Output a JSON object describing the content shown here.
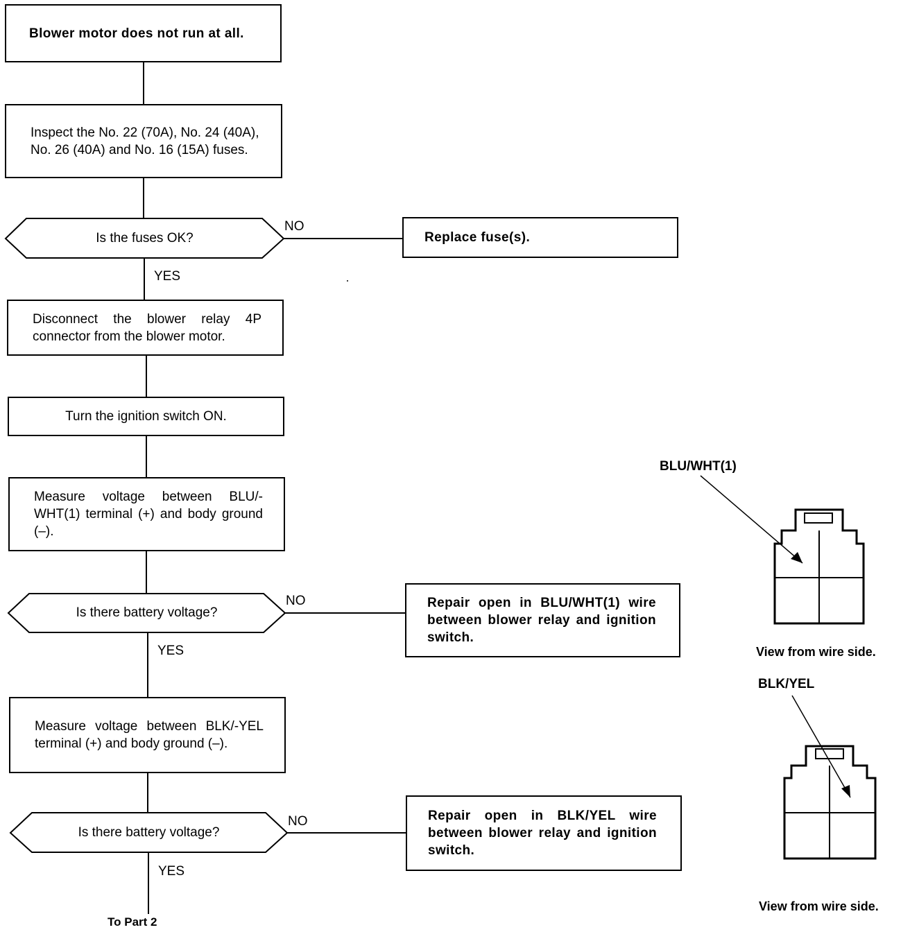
{
  "flowchart": {
    "start": "Blower motor does not run at all.",
    "step_inspect_fuses": "Inspect the No. 22 (70A), No. 24 (40A), No. 26 (40A) and No. 16 (15A) fuses.",
    "decision_fuses": "Is the fuses OK?",
    "result_replace_fuses": "Replace fuse(s).",
    "step_disconnect": "Disconnect the blower relay 4P connector from the blower motor.",
    "step_ignition": "Turn the ignition switch ON.",
    "step_measure_blu": "Measure voltage between BLU/-WHT(1) terminal (+) and body ground (–).",
    "decision_voltage_1": "Is there battery voltage?",
    "result_repair_blu": "Repair open in BLU/WHT(1) wire between blower relay and ignition switch.",
    "step_measure_blk": "Measure voltage between BLK/-YEL terminal (+) and body ground (–).",
    "decision_voltage_2": "Is there battery voltage?",
    "result_repair_blk": "Repair open in BLK/YEL wire between blower relay and ignition switch.",
    "yes": "YES",
    "no": "NO",
    "continue": "To Part 2"
  },
  "connectors": {
    "top": {
      "label": "BLU/WHT(1)",
      "caption": "View from wire side."
    },
    "bottom": {
      "label": "BLK/YEL",
      "caption": "View from wire side."
    }
  }
}
